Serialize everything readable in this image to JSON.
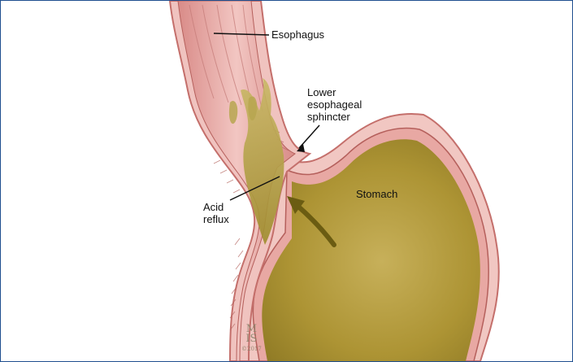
{
  "labels": {
    "esophagus": "Esophagus",
    "lower_esophageal_sphincter": "Lower\nesophageal\nsphincter",
    "stomach": "Stomach",
    "acid_reflux": "Acid\nreflux"
  },
  "signature": {
    "monogram": "M\nIS",
    "year": "©2017"
  },
  "colors": {
    "frame_border": "#1f4f8f",
    "tissue_pink": "#e6a3a0",
    "tissue_light": "#f6d5d2",
    "muscle_red": "#c9716f",
    "acid": "#9c8a2a",
    "stomach_fluid": "#b39a3a"
  }
}
